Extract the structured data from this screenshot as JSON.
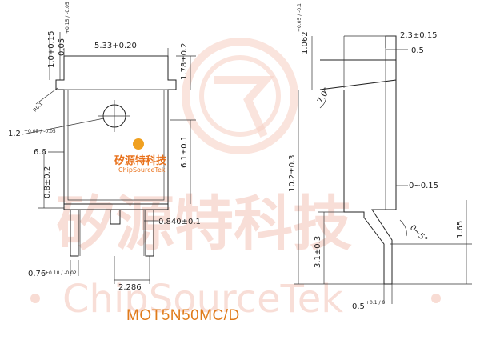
{
  "watermark": {
    "chinese": "矽源特科技",
    "english": "ChipSourceTek"
  },
  "logo": {
    "chinese": "矽源特科技",
    "english": "ChipSourceTek"
  },
  "part_number": "MOT5N50MC/D",
  "dimensions": {
    "top_width": "5.33+0.20",
    "lead_length_top": "1.0+0.15",
    "lead_offset_top": "0.05",
    "lead_offset_tol": "+0.15 / -0.05",
    "tab_height": "1.78±0.2",
    "hole_radius": "1.2",
    "hole_tol": "+0.05 / -0.05",
    "hole_prefix": "R0.1",
    "left_small": "6.6",
    "body_height": "6.1±0.1",
    "lead_pitch_left": "0.8±0.2",
    "lead_width": "0.840±0.1",
    "lead_thickness": "0.76",
    "lead_thickness_tol": "+0.10 / -0.02",
    "pitch": "2.286",
    "side_width": "2.3±0.15",
    "side_top": "1.062",
    "side_top_tol": "+0.05 / -0.1",
    "side_plate": "0.5",
    "angle_top": "7.0°",
    "side_height": "10.2±0.3",
    "gap": "0~0.15",
    "angle_bottom": "0~5°",
    "lead_drop": "3.1±0.3",
    "right_height": "1.65",
    "bottom_thickness": "0.5",
    "bottom_tol": "+0.1 / 0"
  }
}
